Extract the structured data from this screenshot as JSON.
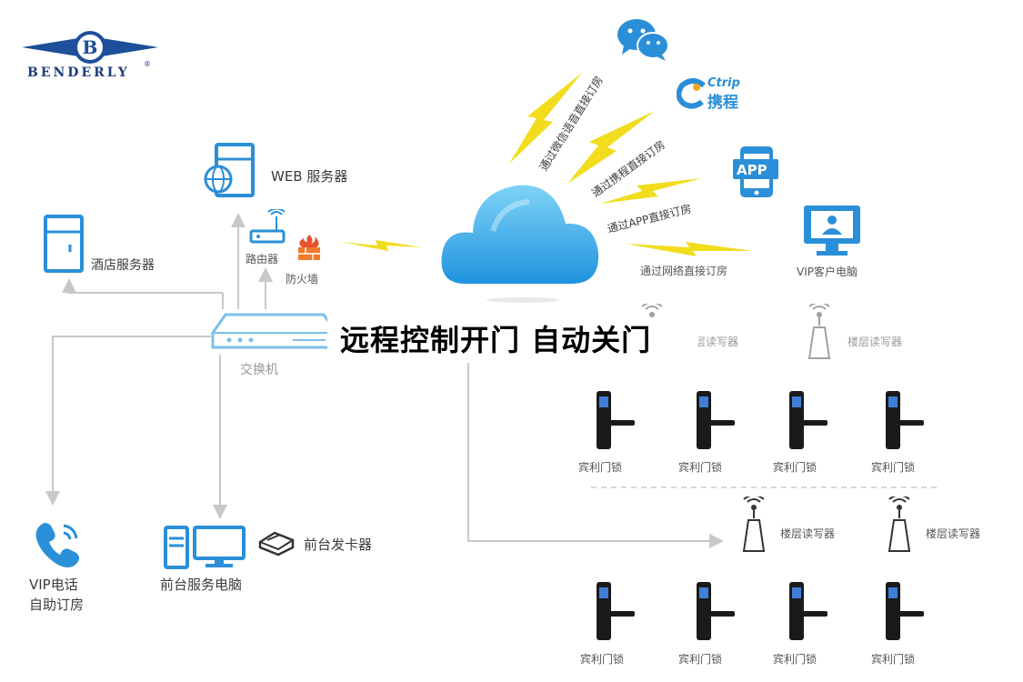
{
  "logo": {
    "brand": "BENDERLY",
    "mark": "B",
    "registered": "®"
  },
  "headline": "远程控制开门 自动关门",
  "nodes": {
    "web_server": "WEB 服务器",
    "hotel_server": "酒店服务器",
    "router": "路由器",
    "firewall": "防火墙",
    "switch": "交换机",
    "vip_phone_line1": "VIP电话",
    "vip_phone_line2": "自助订房",
    "front_desk_pc": "前台服务电脑",
    "card_issuer": "前台发卡器",
    "vip_client_pc": "VIP客户电脑",
    "ctrip_logo_top": "Ctrip",
    "ctrip_logo_cn": "携程",
    "app_badge": "APP"
  },
  "channels": {
    "wechat": "通过微信语音直接订房",
    "ctrip": "通过携程直接订房",
    "app": "通过APP直接订房",
    "web": "通过网络直接订房"
  },
  "floor_reader_label": "楼层读写器",
  "lock_label": "宾利门锁",
  "colors": {
    "cloud": "#2b9fe0",
    "wire": "#c8c8c8",
    "bolt": "#f2dc1e",
    "icon": "#2a8fd8",
    "firewall": "#e8502a"
  }
}
